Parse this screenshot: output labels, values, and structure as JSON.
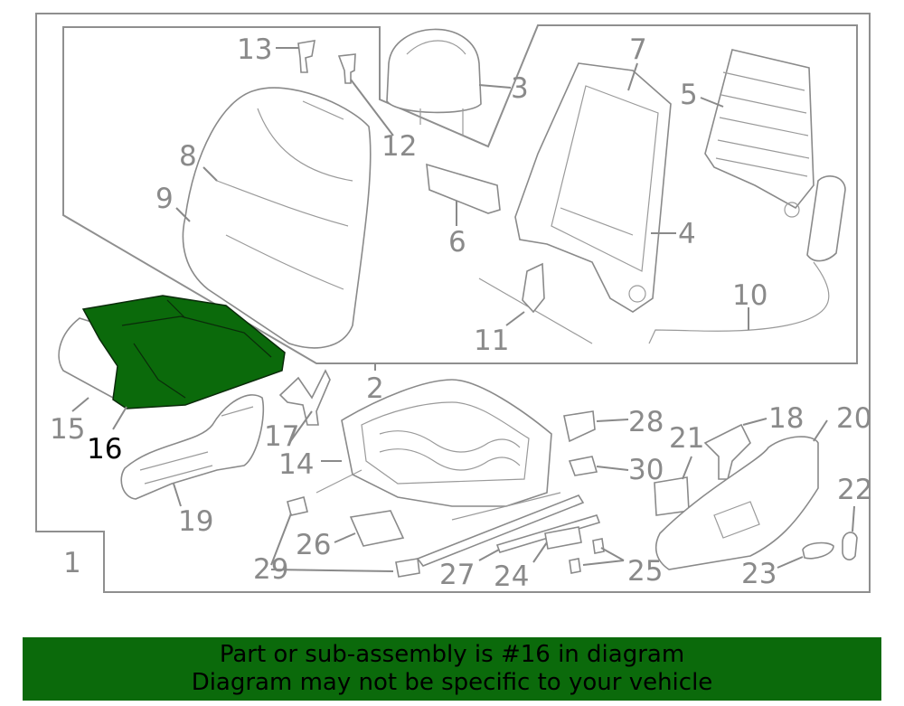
{
  "diagram": {
    "highlight_color": "#0b6a0b",
    "banner_color": "#0b6a0b",
    "highlighted_part": "16",
    "labels": {
      "p1": "1",
      "p2": "2",
      "p3": "3",
      "p4": "4",
      "p5": "5",
      "p6": "6",
      "p7": "7",
      "p8": "8",
      "p9": "9",
      "p10": "10",
      "p11": "11",
      "p12": "12",
      "p13": "13",
      "p14": "14",
      "p15": "15",
      "p16": "16",
      "p17": "17",
      "p18": "18",
      "p19": "19",
      "p20": "20",
      "p21": "21",
      "p22": "22",
      "p23": "23",
      "p24": "24",
      "p25": "25",
      "p26": "26",
      "p27": "27",
      "p28": "28",
      "p29": "29",
      "p30": "30"
    }
  },
  "banner": {
    "line1": "Part or sub-assembly is #16 in diagram",
    "line2": "Diagram may not be specific to your vehicle"
  }
}
